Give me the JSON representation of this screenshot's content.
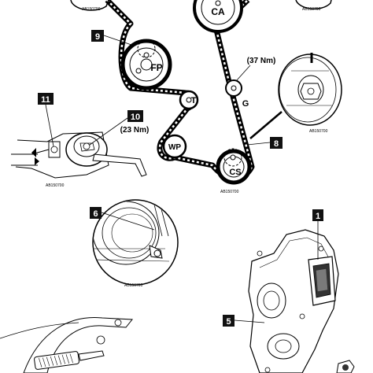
{
  "drawing_code": "AB150700",
  "pulleys": {
    "camshaft": "CA",
    "fuel_pump": "FP",
    "tensioner": "T",
    "water_pump": "WP",
    "idler": "G",
    "crankshaft": "CS"
  },
  "callouts": {
    "c1": "1",
    "c5": "5",
    "c6": "6",
    "c8": "8",
    "c9": "9",
    "c10": "10",
    "c11": "11"
  },
  "torques": {
    "idler": "(37 Nm)",
    "tensioner": "(23 Nm)"
  }
}
